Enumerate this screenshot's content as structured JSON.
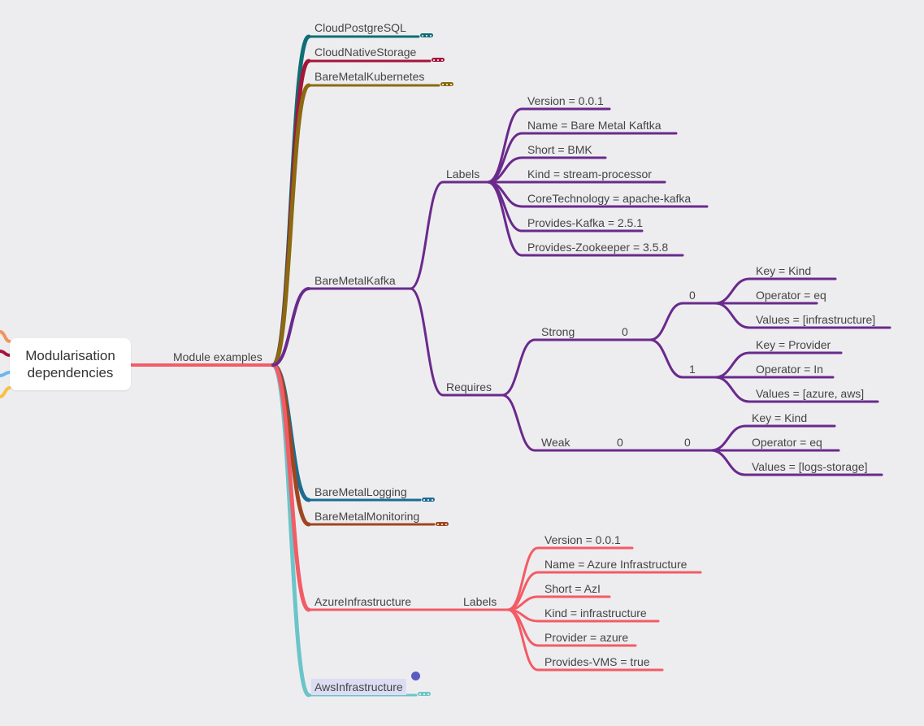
{
  "root": {
    "line1": "Modularisation",
    "line2": "dependencies"
  },
  "module_examples": "Module examples",
  "modules": {
    "cloud_postgresql": "CloudPostgreSQL",
    "cloud_native_storage": "CloudNativeStorage",
    "bare_metal_kubernetes": "BareMetalKubernetes",
    "bare_metal_kafka": "BareMetalKafka",
    "bare_metal_logging": "BareMetalLogging",
    "bare_metal_monitoring": "BareMetalMonitoring",
    "azure_infrastructure": "AzureInfrastructure",
    "aws_infrastructure": "AwsInfrastructure"
  },
  "kafka": {
    "labels_title": "Labels",
    "labels": [
      "Version = 0.0.1",
      "Name = Bare Metal Kaftka",
      "Short = BMK",
      "Kind = stream-processor",
      "CoreTechnology = apache-kafka",
      "Provides-Kafka = 2.5.1",
      "Provides-Zookeeper = 3.5.8"
    ],
    "requires_title": "Requires",
    "strong": {
      "title": "Strong",
      "index": "0",
      "item0": {
        "index": "0",
        "entries": [
          "Key = Kind",
          "Operator = eq",
          "Values = [infrastructure]"
        ]
      },
      "item1": {
        "index": "1",
        "entries": [
          "Key = Provider",
          "Operator = In",
          "Values = [azure, aws]"
        ]
      }
    },
    "weak": {
      "title": "Weak",
      "index": "0",
      "item0": {
        "index": "0",
        "entries": [
          "Key = Kind",
          "Operator = eq",
          "Values = [logs-storage]"
        ]
      }
    }
  },
  "azure": {
    "labels_title": "Labels",
    "labels": [
      "Version = 0.0.1",
      "Name = Azure Infrastructure",
      "Short = AzI",
      "Kind = infrastructure",
      "Provider = azure",
      "Provides-VMS = true"
    ]
  },
  "colors": {
    "root_edge": "#f25c66",
    "postgres": "#0f6e75",
    "native_storage": "#a5153a",
    "kubernetes": "#8b6a10",
    "kafka": "#6a2a8c",
    "logging": "#1a6c93",
    "monitoring": "#a0461f",
    "azure": "#f25c66",
    "aws": "#6bc5c8",
    "left_orange": "#f2935a",
    "left_red": "#a5153a",
    "left_blue": "#6ab7ee",
    "left_yellow": "#f4c24a",
    "selection_dot": "#5a5cc4"
  }
}
